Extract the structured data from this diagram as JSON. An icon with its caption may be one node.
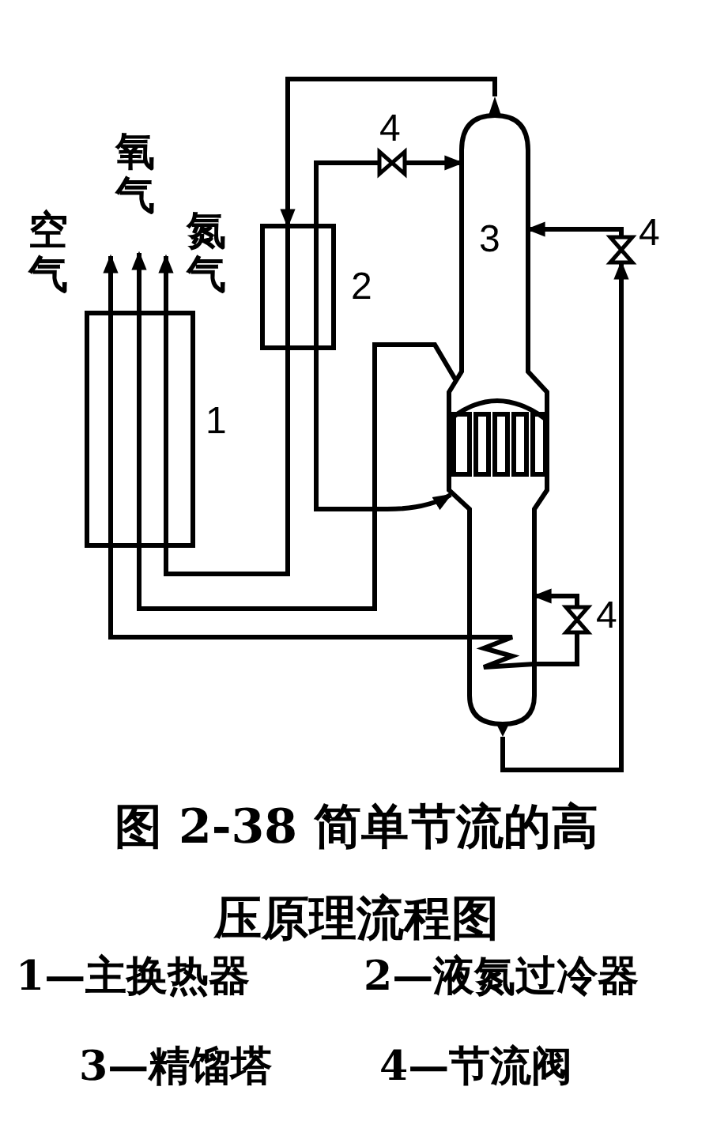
{
  "diagram": {
    "caption": "图 2-38 简单节流的高压原理流程图",
    "nodes": [
      {
        "text": [
          "空气"
        ]
      },
      {
        "text": [
          "氧气"
        ]
      },
      {
        "text": [
          "氮气"
        ]
      },
      {
        "text": [],
        "shape": "box",
        "beside": [
          "1"
        ]
      },
      {
        "text": [],
        "shape": "box",
        "beside": [
          "2"
        ]
      },
      {
        "text": [
          "3"
        ]
      },
      {
        "text": [],
        "shape": "valve",
        "beside": [
          "4"
        ]
      },
      {
        "text": [],
        "shape": "valve",
        "beside": [
          "4"
        ]
      },
      {
        "text": [],
        "shape": "valve",
        "beside": [
          "4"
        ]
      }
    ],
    "edges": [
      {
        "from": 3,
        "to": 0,
        "arrow": "to"
      },
      {
        "from": 3,
        "to": 1,
        "arrow": "to"
      },
      {
        "from": 3,
        "to": 2,
        "arrow": "to"
      },
      {
        "from": 5,
        "to": 4,
        "arrow": "to"
      },
      {
        "from": 4,
        "to": 3,
        "arrow": "none"
      },
      {
        "from": 5,
        "to": 3,
        "arrow": "none"
      },
      {
        "from": 3,
        "to": 5,
        "arrow": "none"
      },
      {
        "from": 5,
        "to": 8,
        "arrow": "none"
      },
      {
        "from": 8,
        "to": 5,
        "arrow": "to"
      },
      {
        "from": 4,
        "to": 5,
        "arrow": "to"
      },
      {
        "from": 4,
        "to": 6,
        "arrow": "none"
      },
      {
        "from": 6,
        "to": 5,
        "arrow": "to"
      },
      {
        "from": 5,
        "to": 7,
        "arrow": "to"
      },
      {
        "from": 7,
        "to": 5,
        "arrow": "to"
      }
    ],
    "labels": [
      "1—主换热器",
      "2—液氮过冷器",
      "3—精馏塔",
      "4—节流阀"
    ]
  }
}
